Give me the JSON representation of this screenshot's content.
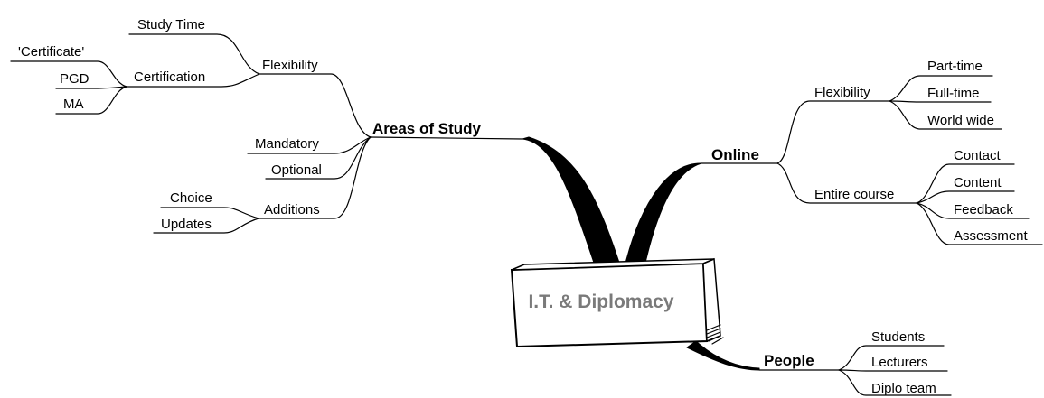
{
  "center": {
    "label": "I.T. & Diplomacy"
  },
  "areas": {
    "label": "Areas of Study",
    "flexibility": {
      "label": "Flexibility",
      "study_time": "Study Time",
      "certification": {
        "label": "Certification",
        "items": [
          "'Certificate'",
          "PGD",
          "MA"
        ]
      }
    },
    "mandatory": "Mandatory",
    "optional": "Optional",
    "additions": {
      "label": "Additions",
      "items": [
        "Choice",
        "Updates"
      ]
    }
  },
  "online": {
    "label": "Online",
    "flexibility": {
      "label": "Flexibility",
      "items": [
        "Part-time",
        "Full-time",
        "World wide"
      ]
    },
    "entire_course": {
      "label": "Entire course",
      "items": [
        "Contact",
        "Content",
        "Feedback",
        "Assessment"
      ]
    }
  },
  "people": {
    "label": "People",
    "items": [
      "Students",
      "Lecturers",
      "Diplo team"
    ]
  }
}
